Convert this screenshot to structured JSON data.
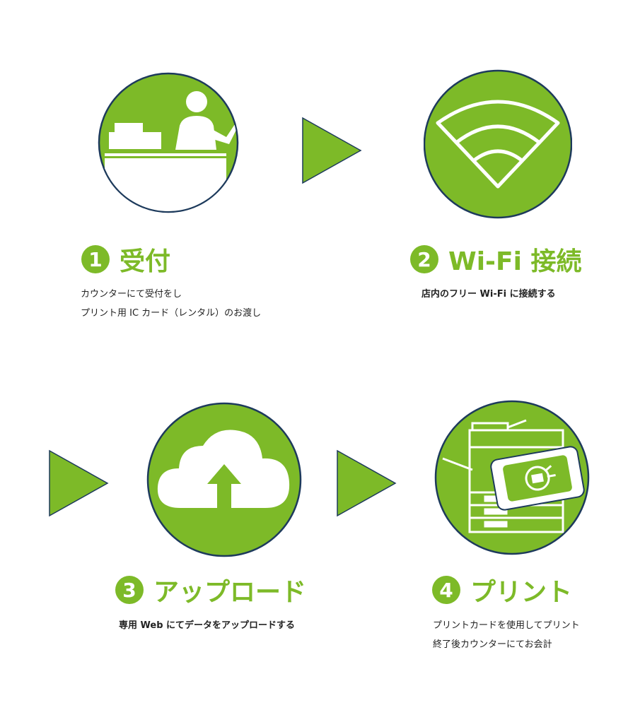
{
  "colors": {
    "green": "#7dba28",
    "navy": "#1d3a5c",
    "text": "#222222"
  },
  "steps": [
    {
      "number": "1",
      "title": "受付",
      "icon": "reception-counter-icon",
      "lines": [
        "カウンターにて受付をし",
        "プリント用 IC カード（レンタル）のお渡し"
      ]
    },
    {
      "number": "2",
      "title": "Wi-Fi 接続",
      "icon": "wifi-icon",
      "lines": [
        "店内のフリー Wi-Fi に接続する"
      ]
    },
    {
      "number": "3",
      "title": "アップロード",
      "icon": "cloud-upload-icon",
      "lines": [
        "専用 Web にてデータをアップロードする"
      ]
    },
    {
      "number": "4",
      "title": "プリント",
      "icon": "printer-ic-card-icon",
      "lines": [
        "プリントカードを使用してプリント",
        "終了後カウンターにてお会計"
      ]
    }
  ],
  "arrows": [
    "arrow-right-icon",
    "arrow-right-icon",
    "arrow-right-icon"
  ]
}
